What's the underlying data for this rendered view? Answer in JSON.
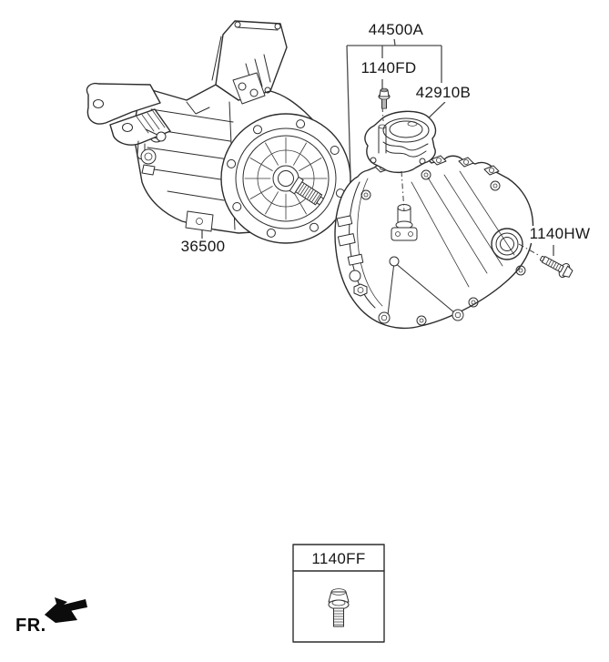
{
  "diagram": {
    "background": "#ffffff",
    "line_color": "#2d2d2d",
    "callout_color": "#161616",
    "callouts": {
      "transaxle_assembly": "44500A",
      "pump_bolt": "1140FD",
      "electric_oil_pump": "42910B",
      "traction_motor": "36500",
      "side_bolt": "1140HW"
    },
    "legend_box": {
      "title": "1140FF"
    },
    "front_marker": {
      "label": "FR."
    }
  }
}
